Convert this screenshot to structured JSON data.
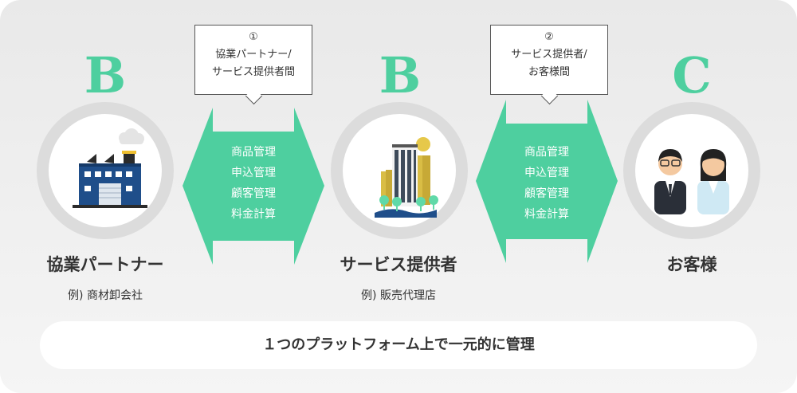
{
  "colors": {
    "accent": "#4ecf9f",
    "background": "#ececec"
  },
  "nodes": [
    {
      "letter": "B",
      "name": "協業パートナー",
      "example": "例) 商材卸会社",
      "icon": "factory-icon"
    },
    {
      "letter": "B",
      "name": "サービス提供者",
      "example": "例) 販売代理店",
      "icon": "office-building-icon"
    },
    {
      "letter": "C",
      "name": "お客様",
      "example": "",
      "icon": "customers-icon"
    }
  ],
  "links": [
    {
      "callout_line1": "①",
      "callout_line2": "協業パートナー/",
      "callout_line3": "サービス提供者間",
      "items": [
        "商品管理",
        "申込管理",
        "顧客管理",
        "料金計算"
      ]
    },
    {
      "callout_line1": "②",
      "callout_line2": "サービス提供者/",
      "callout_line3": "お客様間",
      "items": [
        "商品管理",
        "申込管理",
        "顧客管理",
        "料金計算"
      ]
    }
  ],
  "footer": {
    "text": "１つのプラットフォーム上で一元的に管理"
  }
}
